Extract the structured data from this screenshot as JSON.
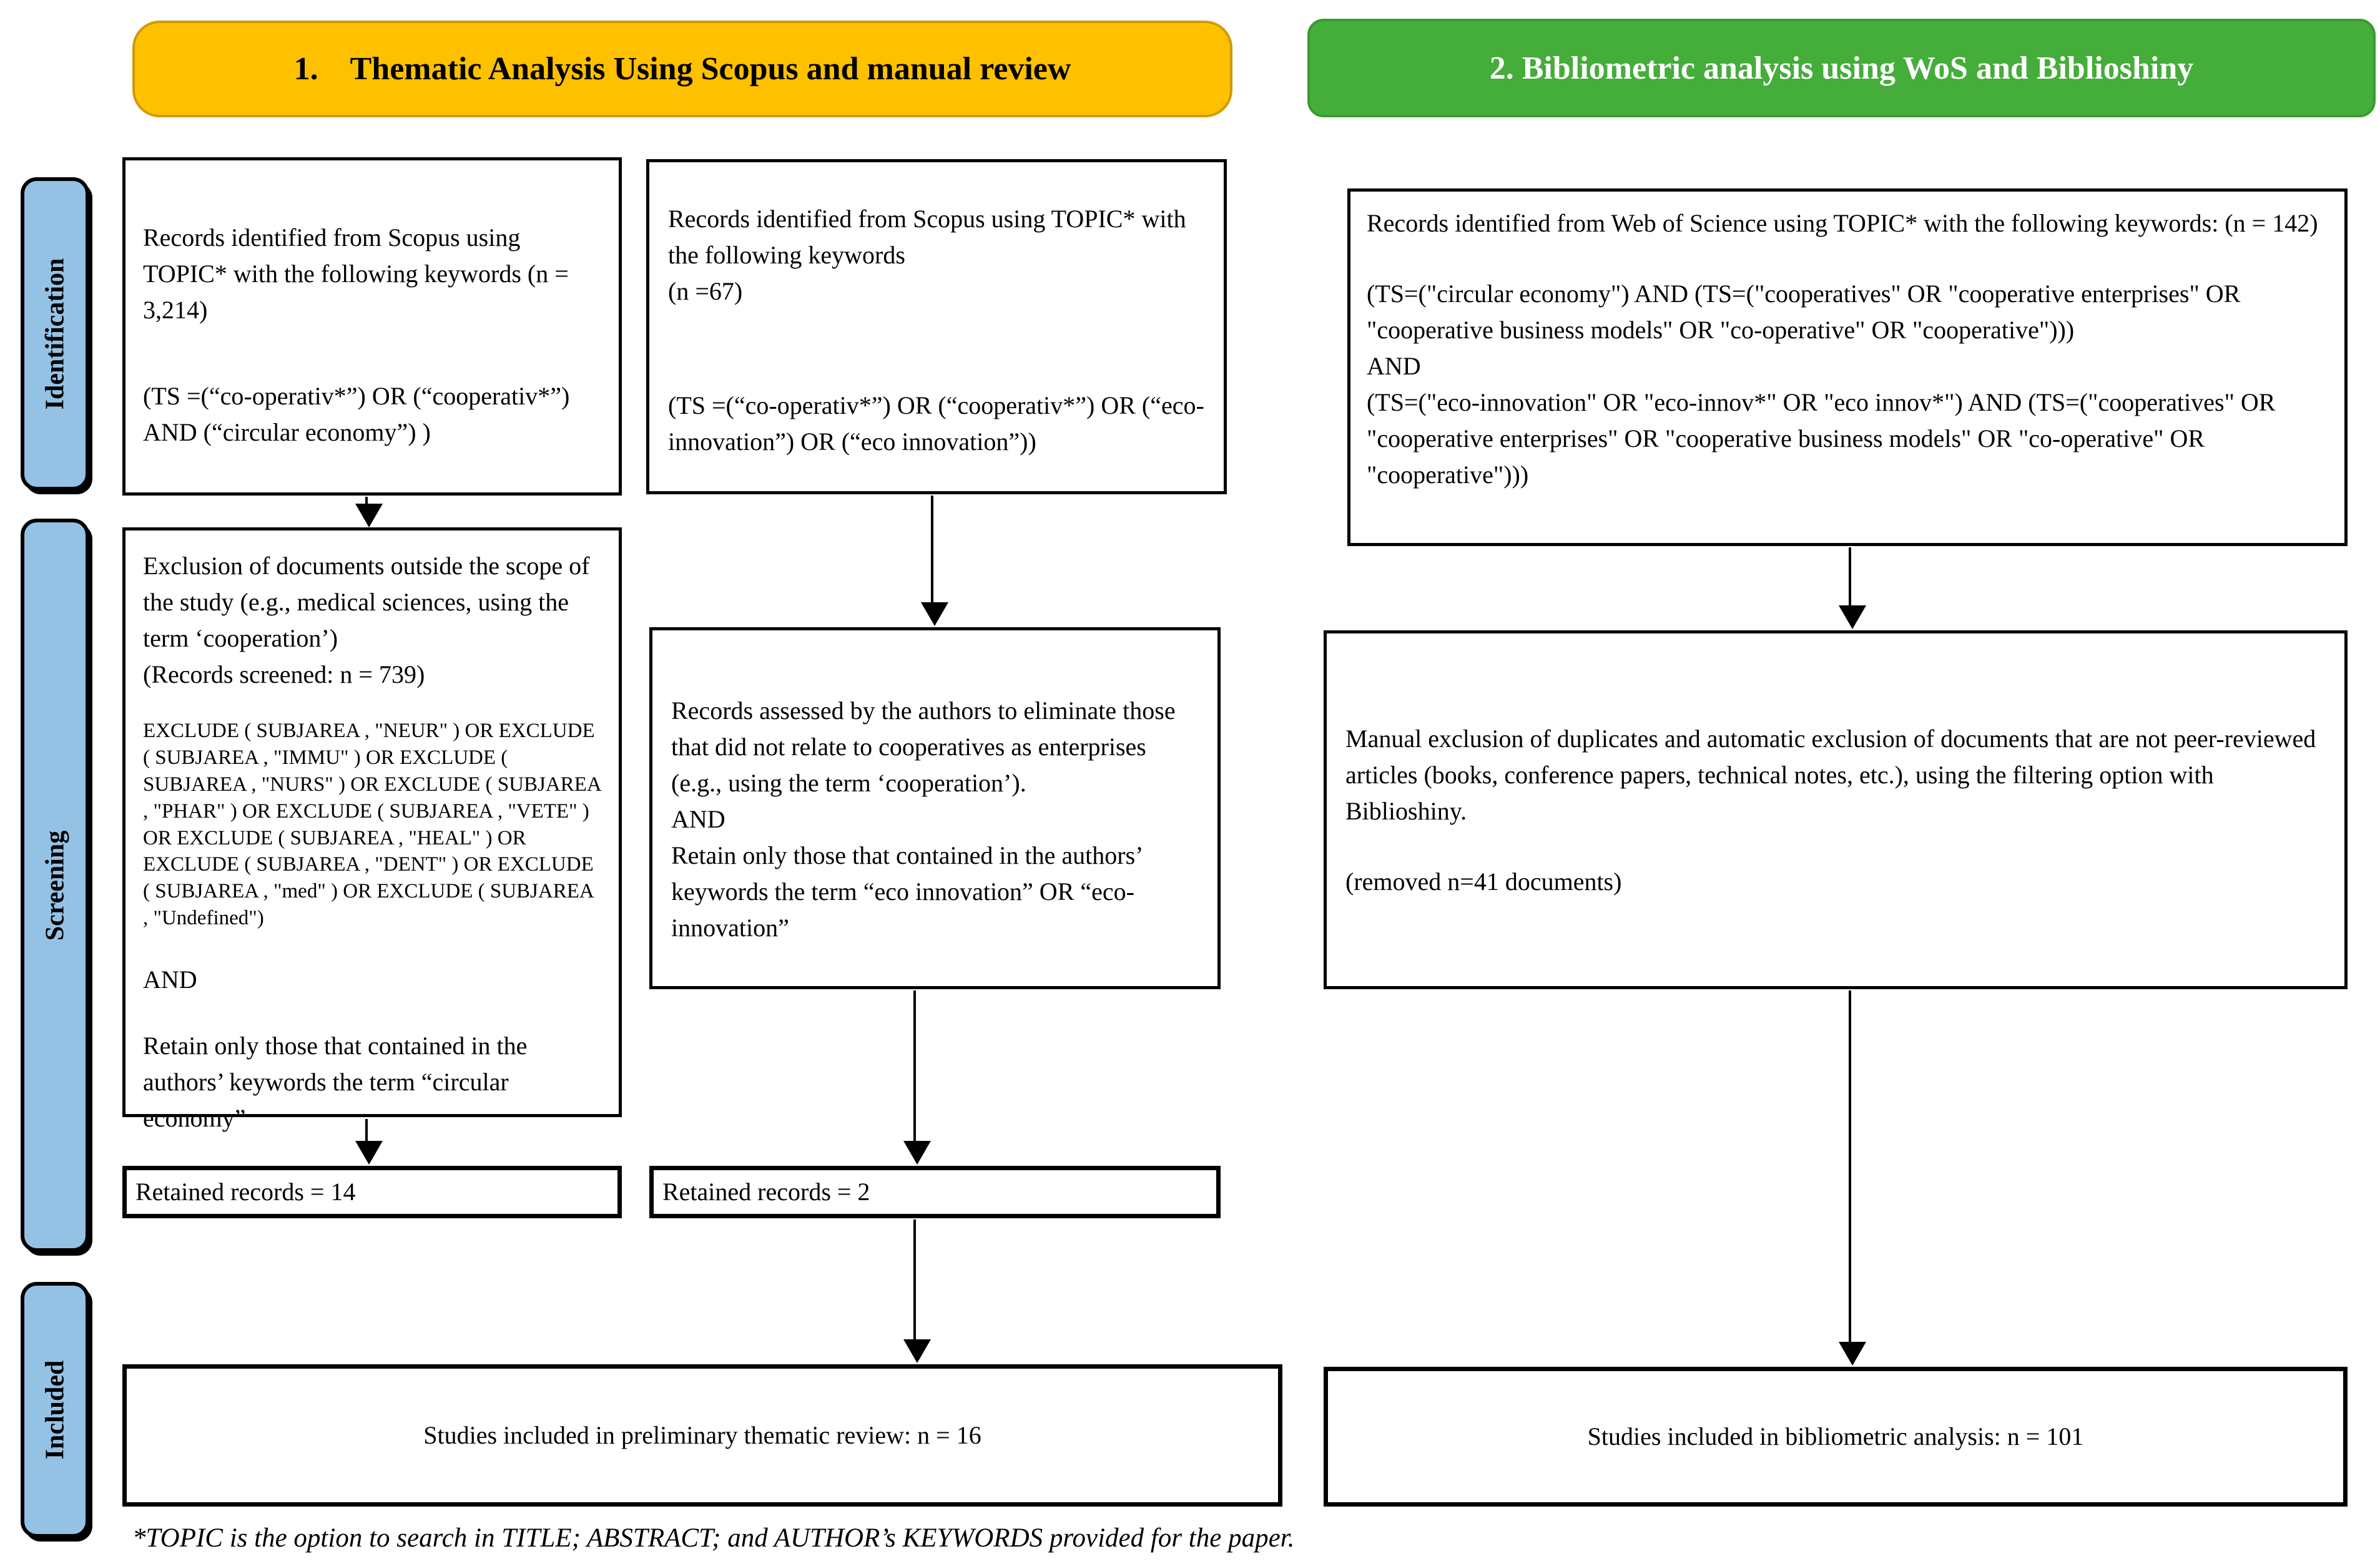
{
  "headers": {
    "thematic": "1.    Thematic Analysis Using Scopus and manual review",
    "bibliometric": "2. Bibliometric analysis using WoS and Biblioshiny"
  },
  "stages": {
    "identification": "Identification",
    "screening": "Screening",
    "included": "Included"
  },
  "colors": {
    "thematic_header_bg": "#FFC000",
    "bibliometric_header_bg": "#45AD3A",
    "stage_ribbon_bg": "#94C2E5",
    "box_border": "#000000"
  },
  "boxes": {
    "scopus_ce_identification": {
      "p1": "Records identified from Scopus using TOPIC* with the following keywords (n = 3,214)",
      "p2": "(TS =(“co-operativ*”) OR (“cooperativ*”) AND (“circular economy”) )"
    },
    "scopus_eco_identification": {
      "p1": "Records identified from Scopus using TOPIC* with the following keywords",
      "p2": "(n =67)",
      "p3": "(TS =(“co-operativ*”) OR (“cooperativ*”) OR (“eco-innovation”) OR (“eco innovation”))"
    },
    "wos_identification": {
      "p1": "Records identified from Web of Science using TOPIC* with the following keywords: (n = 142)",
      "p2": "(TS=(\"circular economy\") AND (TS=(\"cooperatives\" OR \"cooperative enterprises\" OR \"cooperative business models\" OR \"co-operative\" OR \"cooperative\")))",
      "p3": "AND",
      "p4": "(TS=(\"eco-innovation\" OR \"eco-innov*\" OR \"eco innov*\") AND (TS=(\"cooperatives\" OR \"cooperative enterprises\" OR \"cooperative business models\" OR \"co-operative\" OR \"cooperative\")))"
    },
    "scopus_ce_screening": {
      "p1": "Exclusion of documents outside the scope of the study (e.g., medical sciences, using the term ‘cooperation’)",
      "p2": "(Records screened: n = 739)",
      "p3": "EXCLUDE ( SUBJAREA , \"NEUR\" ) OR EXCLUDE ( SUBJAREA , \"IMMU\" ) OR EXCLUDE ( SUBJAREA , \"NURS\" ) OR EXCLUDE ( SUBJAREA , \"PHAR\" ) OR EXCLUDE ( SUBJAREA , \"VETE\" ) OR EXCLUDE ( SUBJAREA , \"HEAL\" ) OR EXCLUDE ( SUBJAREA , \"DENT\" ) OR EXCLUDE ( SUBJAREA , \"med\" ) OR EXCLUDE ( SUBJAREA , \"Undefined\")",
      "p4": "AND",
      "p5": "Retain only those that contained in the authors’ keywords the term “circular economy”"
    },
    "scopus_eco_screening": {
      "p1": "Records assessed by the authors to eliminate those that did not relate to cooperatives as enterprises (e.g., using the term ‘cooperation’).",
      "p2": "AND",
      "p3": "Retain only those that contained in the authors’ keywords the term “eco innovation” OR “eco-innovation”"
    },
    "wos_screening": {
      "p1": "Manual exclusion of duplicates and automatic exclusion of documents that are not peer-reviewed articles (books, conference papers, technical notes, etc.), using the filtering option with Biblioshiny.",
      "p2": "(removed n=41 documents)"
    },
    "retained_ce": "Retained records = 14",
    "retained_eco": "Retained records = 2",
    "included_thematic": "Studies included in preliminary thematic review: n = 16",
    "included_bibliometric": "Studies included in bibliometric analysis: n = 101"
  },
  "footnote": "*TOPIC is the option to search in TITLE; ABSTRACT; and AUTHOR’s KEYWORDS provided for the paper."
}
